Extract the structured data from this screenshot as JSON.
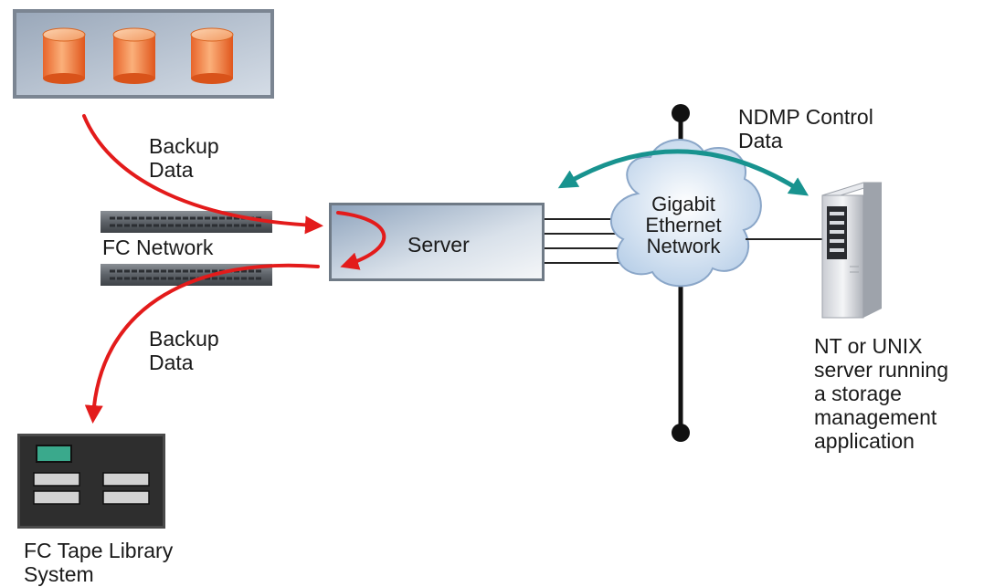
{
  "labels": {
    "backup_data_top": [
      "Backup",
      "Data"
    ],
    "fc_network": "FC Network",
    "server": "Server",
    "backup_data_bottom": [
      "Backup",
      "Data"
    ],
    "ndmp_control": [
      "NDMP Control",
      "Data"
    ],
    "gigabit_network": [
      "Gigabit",
      "Ethernet",
      "Network"
    ],
    "nt_unix_server": [
      "NT or UNIX",
      "server running",
      "a storage",
      "management",
      "application"
    ],
    "tape_library": [
      "FC Tape Library",
      "System"
    ]
  },
  "colors": {
    "data_flow_arrow": "#e31b1b",
    "control_arrow": "#18938f",
    "storage_cylinder": "#f07a35",
    "panel_background": "#b7c3d1",
    "cloud_fill": "#dce8f5",
    "tape_library_body": "#2e2e2e",
    "tape_indicator": "#3aa98c"
  },
  "icons": [
    "storage-array-icon",
    "fc-switch-icon",
    "server-box-icon",
    "cloud-icon",
    "tower-server-icon",
    "tape-library-icon"
  ]
}
